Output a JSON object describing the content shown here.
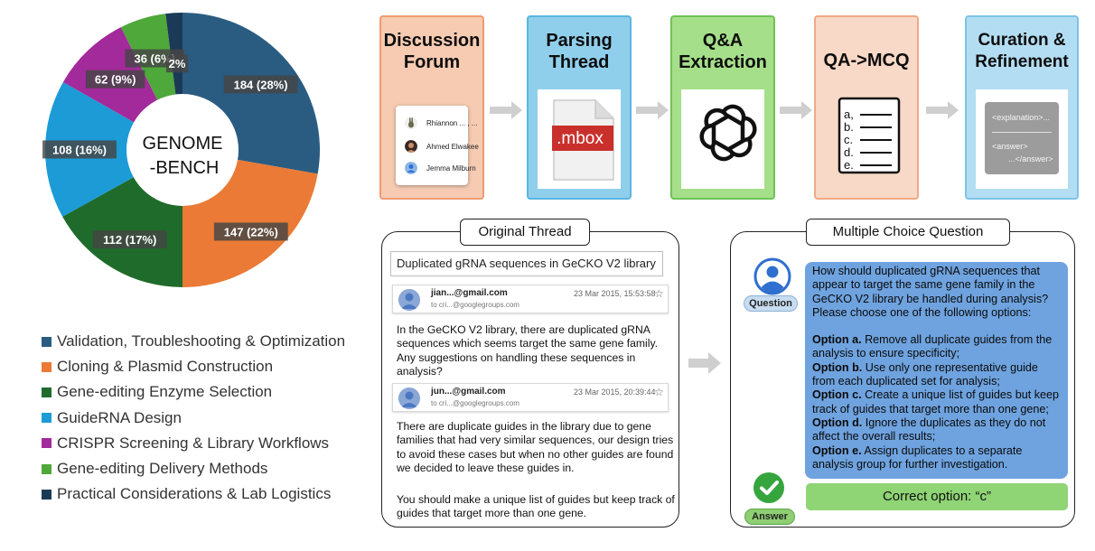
{
  "chart_data": {
    "type": "pie",
    "donut": true,
    "center_label_lines": [
      "GENOME",
      "-BENCH"
    ],
    "slices": [
      {
        "label": "Validation, Troubleshooting & Optimization",
        "value": 184,
        "percent": 28,
        "text": "184 (28%)",
        "color": "#2a5c82"
      },
      {
        "label": "Cloning & Plasmid Construction",
        "value": 147,
        "percent": 22,
        "text": "147 (22%)",
        "color": "#ea7a35"
      },
      {
        "label": "Gene-editing Enzyme Selection",
        "value": 112,
        "percent": 17,
        "text": "112 (17%)",
        "color": "#1f6b2b"
      },
      {
        "label": "GuideRNA Design",
        "value": 108,
        "percent": 16,
        "text": "108 (16%)",
        "color": "#1c9bd6"
      },
      {
        "label": "CRISPR Screening & Library Workflows",
        "value": 62,
        "percent": 9,
        "text": "62 (9%)",
        "color": "#a32a9a"
      },
      {
        "label": "Gene-editing Delivery Methods",
        "value": 36,
        "percent": 6,
        "text": "36 (6%)",
        "color": "#4fa83a"
      },
      {
        "label": "Practical Considerations & Lab Logistics",
        "value": 13,
        "percent": 2,
        "text": "2%",
        "color": "#1b3a57"
      }
    ]
  },
  "pipeline": {
    "stages": [
      {
        "title": "Discussion\nForum",
        "bg": "#f6cbb2",
        "border": "#ef9b72"
      },
      {
        "title": "Parsing\nThread",
        "bg": "#90cfec",
        "border": "#5ab5e0"
      },
      {
        "title": "Q&A\nExtraction",
        "bg": "#a5df8a",
        "border": "#6fc256"
      },
      {
        "title": "QA->MCQ",
        "bg": "#f8d8c6",
        "border": "#efaa86"
      },
      {
        "title": "Curation &\nRefinement",
        "bg": "#b3ddf2",
        "border": "#7cc3e6"
      }
    ],
    "forum_names": [
      "Rhiannon ... , ...",
      "Ahmed Elwakee",
      "Jemma Milburn"
    ],
    "mbox_label": ".mbox",
    "mcq_letters": [
      "a,",
      "b.",
      "c.",
      "d.",
      "e."
    ],
    "curation_lines": [
      "<explanation>...",
      "<answer>",
      "...</answer>"
    ]
  },
  "thread": {
    "tab_label": "Original Thread",
    "subject": "Duplicated gRNA sequences in GeCKO V2 library",
    "emails": [
      {
        "sender": "jian...@gmail.com",
        "to": "to cri...@googlegroups.com",
        "date": "23 Mar 2015, 15:53:58",
        "star": "☆",
        "body": "In the GeCKO V2 library, there are duplicated gRNA sequences which seems target the same gene family. Any suggestions on handling these sequences in analysis?"
      },
      {
        "sender": "jun...@gmail.com",
        "to": "to cri...@googlegroups.com",
        "date": "23 Mar 2015, 20:39:44",
        "star": "☆",
        "body": "There are duplicate guides in the library due to gene families that had very similar sequences, our design tries to avoid these cases but when no other guides are found we decided to leave these guides in.",
        "body2": "You should make a unique list of guides but keep track of guides that target more than one gene."
      }
    ]
  },
  "mcq": {
    "tab_label": "Multiple Choice Question",
    "question_label": "Question",
    "answer_label": "Answer",
    "question": "How should duplicated gRNA sequences that appear to target the same gene family in the GeCKO V2 library be handled during analysis? Please choose one of the following options:",
    "options": [
      {
        "label": "Option a.",
        "text": " Remove all duplicate guides from the analysis to ensure specificity;"
      },
      {
        "label": "Option b.",
        "text": " Use only one representative guide from each duplicated set for analysis;"
      },
      {
        "label": "Option c.",
        "text": " Create a unique list of guides but keep track of guides that target more than one gene;"
      },
      {
        "label": "Option d.",
        "text": " Ignore the duplicates as they do not affect the overall results;"
      },
      {
        "label": "Option e.",
        "text": " Assign duplicates to a separate analysis group for further investigation."
      }
    ],
    "correct": "Correct option: “c”"
  }
}
